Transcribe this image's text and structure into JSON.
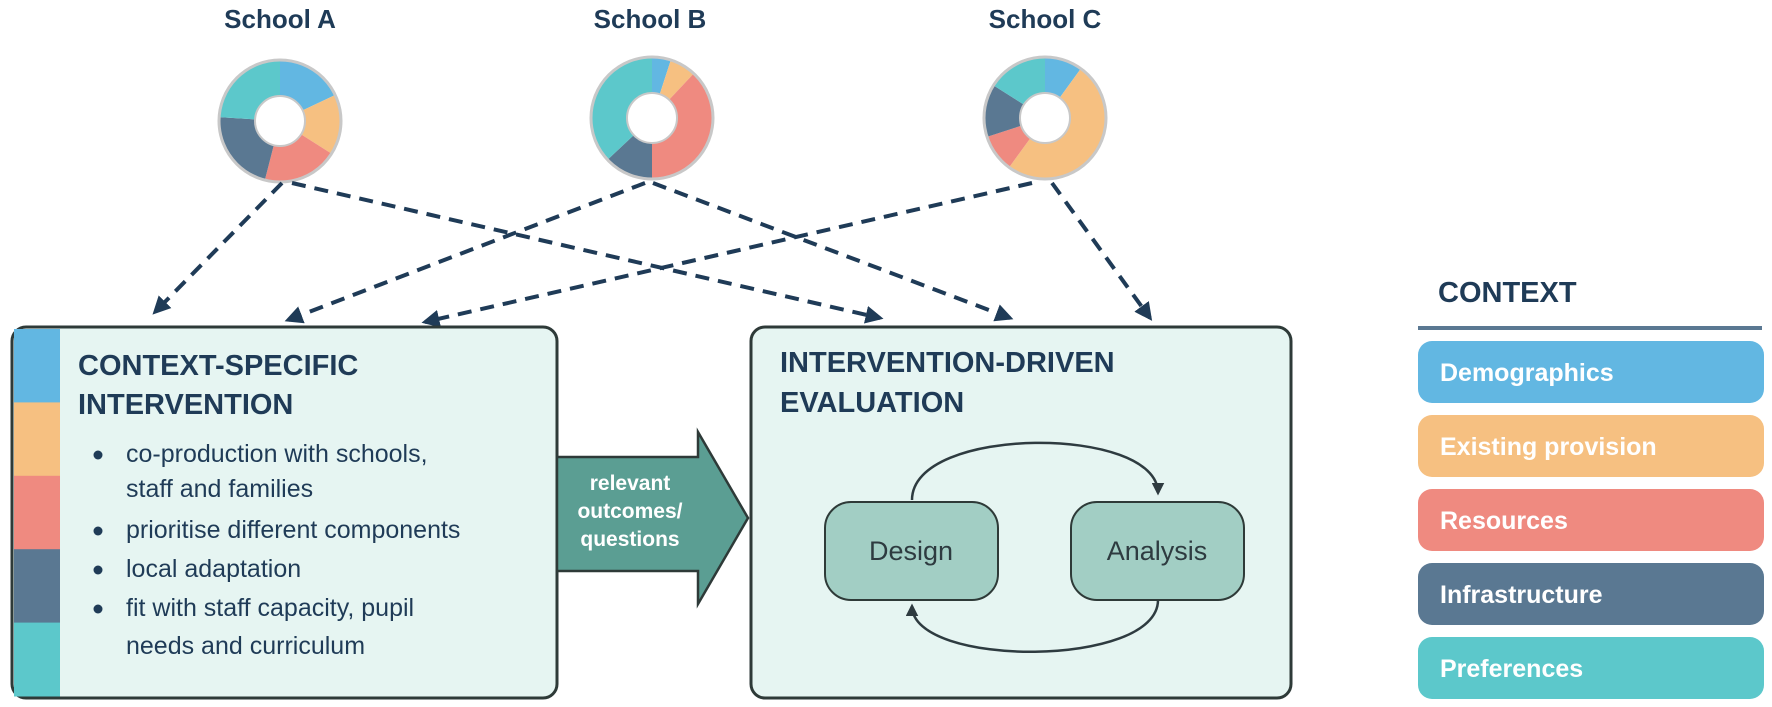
{
  "schools": [
    {
      "name": "School A",
      "segments": [
        {
          "category": "Demographics",
          "share": 18
        },
        {
          "category": "Existing provision",
          "share": 16
        },
        {
          "category": "Resources",
          "share": 20
        },
        {
          "category": "Infrastructure",
          "share": 22
        },
        {
          "category": "Preferences",
          "share": 24
        }
      ]
    },
    {
      "name": "School B",
      "segments": [
        {
          "category": "Demographics",
          "share": 5
        },
        {
          "category": "Existing provision",
          "share": 7
        },
        {
          "category": "Resources",
          "share": 38
        },
        {
          "category": "Infrastructure",
          "share": 13
        },
        {
          "category": "Preferences",
          "share": 37
        }
      ]
    },
    {
      "name": "School C",
      "segments": [
        {
          "category": "Demographics",
          "share": 10
        },
        {
          "category": "Existing provision",
          "share": 50
        },
        {
          "category": "Resources",
          "share": 10
        },
        {
          "category": "Infrastructure",
          "share": 14
        },
        {
          "category": "Preferences",
          "share": 16
        }
      ]
    }
  ],
  "intervention": {
    "title_lines": [
      "CONTEXT-SPECIFIC",
      "INTERVENTION"
    ],
    "bullets": [
      [
        "co-production with schools,",
        "staff and families"
      ],
      [
        "prioritise different components"
      ],
      [
        "local adaptation"
      ],
      [
        "fit with staff capacity, pupil",
        "needs and curriculum"
      ]
    ]
  },
  "connector": {
    "lines": [
      "relevant",
      "outcomes/",
      "questions"
    ]
  },
  "evaluation": {
    "title_lines": [
      "INTERVENTION-DRIVEN",
      "EVALUATION"
    ],
    "cycle": {
      "left": "Design",
      "right": "Analysis"
    }
  },
  "legend": {
    "title": "CONTEXT",
    "items": [
      {
        "label": "Demographics",
        "color": "#62b7e2"
      },
      {
        "label": "Existing provision",
        "color": "#f6c081"
      },
      {
        "label": "Resources",
        "color": "#ef8a80"
      },
      {
        "label": "Infrastructure",
        "color": "#5a7892"
      },
      {
        "label": "Preferences",
        "color": "#5cc8cb"
      }
    ]
  },
  "colors": {
    "dark": "#1f3b57",
    "box_fill": "#e6f5f2",
    "box_border": "#2e3a38",
    "arrow_fill": "#5b9e93",
    "cycle_fill": "#a2cec4"
  }
}
